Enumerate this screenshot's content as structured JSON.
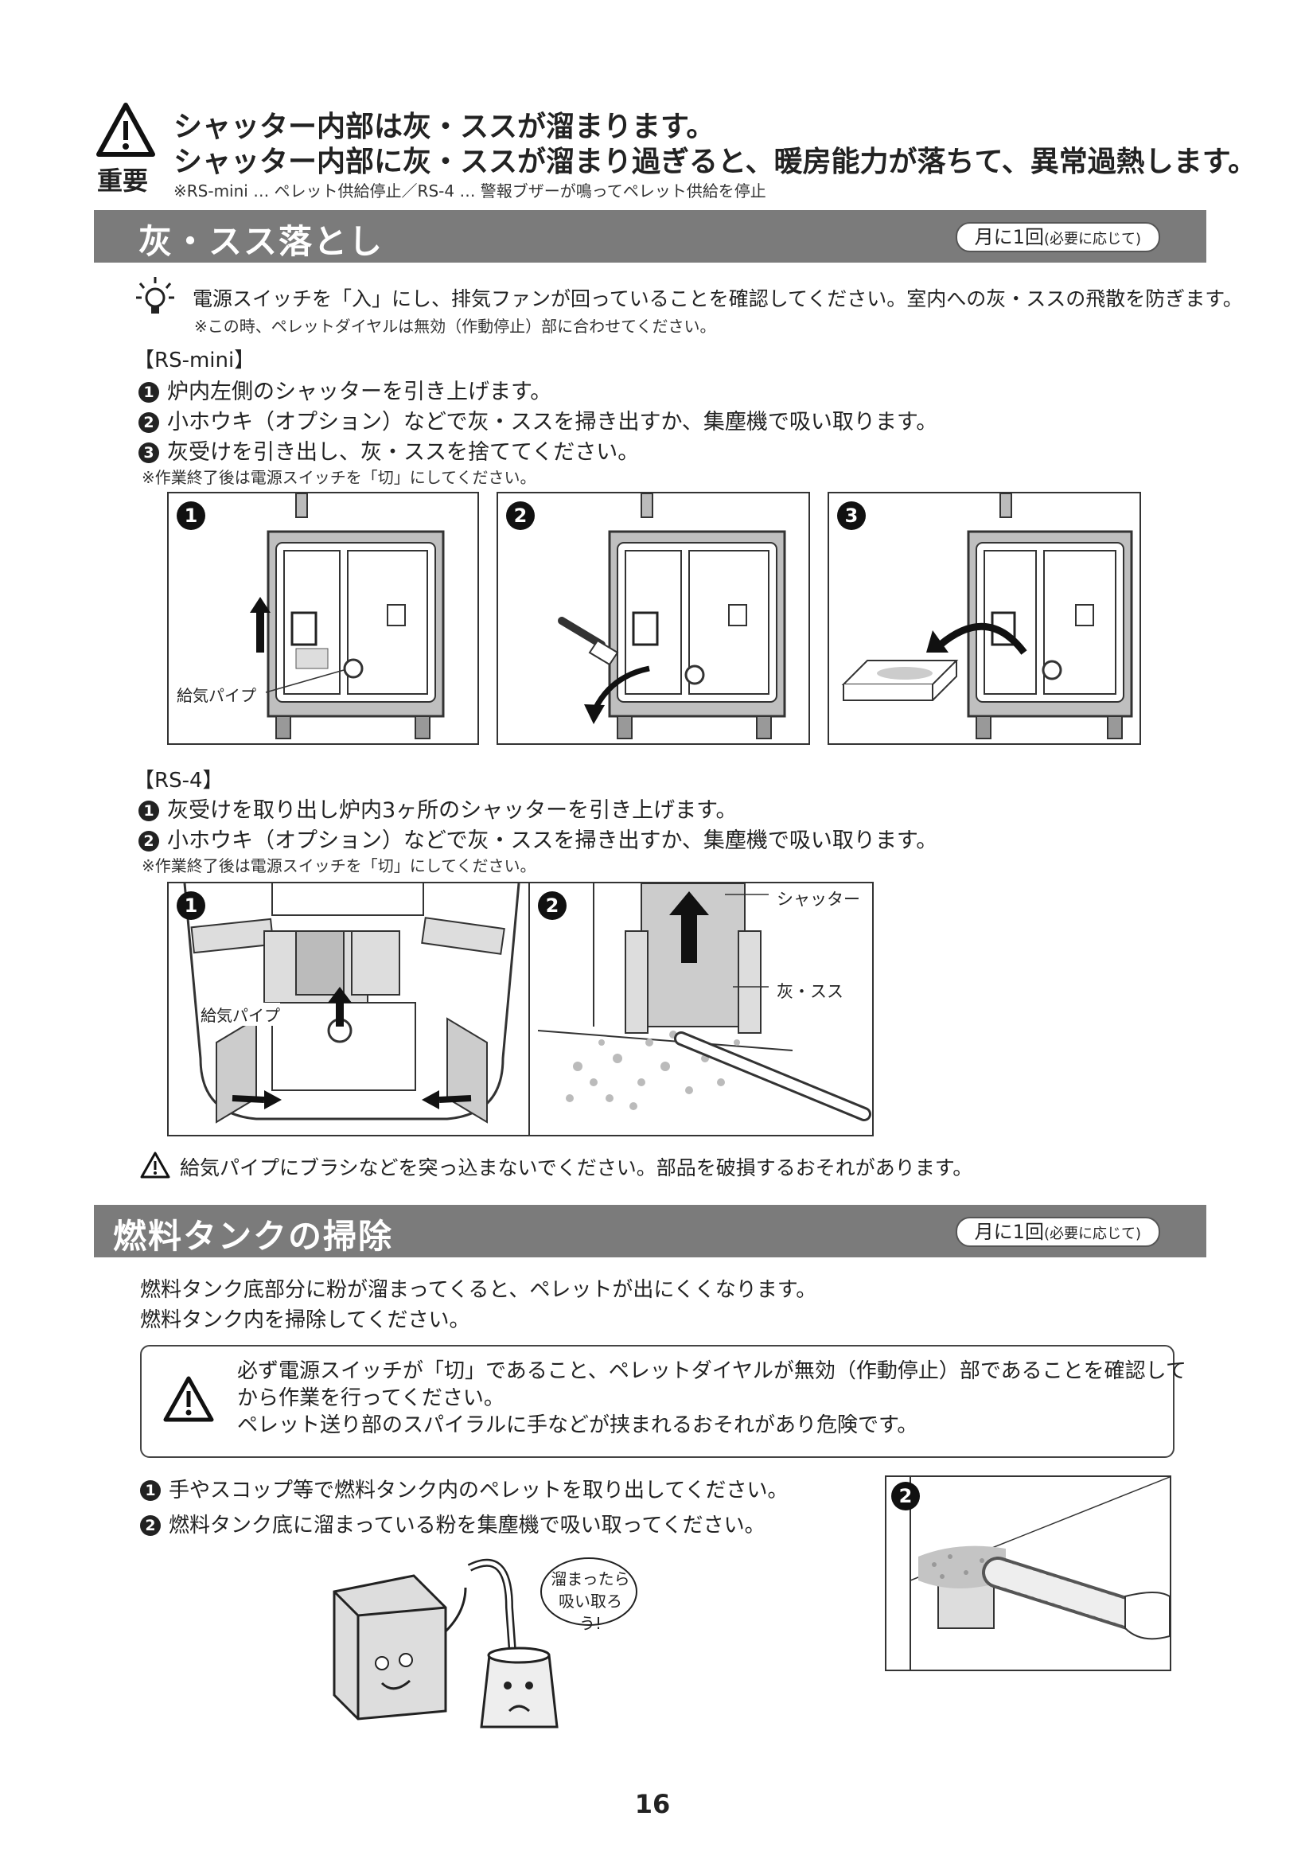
{
  "important": {
    "label": "重要",
    "line1": "シャッター内部は灰・ススが溜まります。",
    "line2": "シャッター内部に灰・ススが溜まり過ぎると、暖房能力が落ちて、異常過熱します。",
    "note": "※RS-mini … ペレット供給停止／RS-4 … 警報ブザーが鳴ってペレット供給を停止"
  },
  "section1": {
    "title": "灰・スス落とし",
    "freq_main": "月に1回",
    "freq_sub": "(必要に応じて)",
    "tip_main": "電源スイッチを「入」にし、排気ファンが回っていることを確認してください。室内への灰・ススの飛散を防ぎます。",
    "tip_note": "※この時、ペレットダイヤルは無効（作動停止）部に合わせてください。",
    "rs_mini": {
      "heading": "【RS-mini】",
      "steps": [
        "炉内左側のシャッターを引き上げます。",
        "小ホウキ（オプション）などで灰・ススを掃き出すか、集塵機で吸い取ります。",
        "灰受けを引き出し、灰・ススを捨ててください。"
      ],
      "note": "※作業終了後は電源スイッチを「切」にしてください。",
      "fig1_label": "給気パイプ"
    },
    "rs4": {
      "heading": "【RS-4】",
      "steps": [
        "灰受けを取り出し炉内3ヶ所のシャッターを引き上げます。",
        "小ホウキ（オプション）などで灰・ススを掃き出すか、集塵機で吸い取ります。"
      ],
      "note": "※作業終了後は電源スイッチを「切」にしてください。",
      "fig1_label": "給気パイプ",
      "fig2_label_shutter": "シャッター",
      "fig2_label_ash": "灰・スス"
    },
    "caution": "給気パイプにブラシなどを突っ込まないでください。部品を破損するおそれがあります。"
  },
  "section2": {
    "title": "燃料タンクの掃除",
    "freq_main": "月に1回",
    "freq_sub": "(必要に応じて)",
    "intro1": "燃料タンク底部分に粉が溜まってくると、ペレットが出にくくなります。",
    "intro2": "燃料タンク内を掃除してください。",
    "warn1": "必ず電源スイッチが「切」であること、ペレットダイヤルが無効（作動停止）部であることを確認して",
    "warn2": "から作業を行ってください。",
    "warn3": "ペレット送り部のスパイラルに手などが挟まれるおそれがあり危険です。",
    "steps": [
      "手やスコップ等で燃料タンク内のペレットを取り出してください。",
      "燃料タンク底に溜まっている粉を集塵機で吸い取ってください。"
    ],
    "bubble1": "溜まったら",
    "bubble2": "吸い取ろう!"
  },
  "step_numbers": [
    "1",
    "2",
    "3"
  ],
  "page_number": "16"
}
